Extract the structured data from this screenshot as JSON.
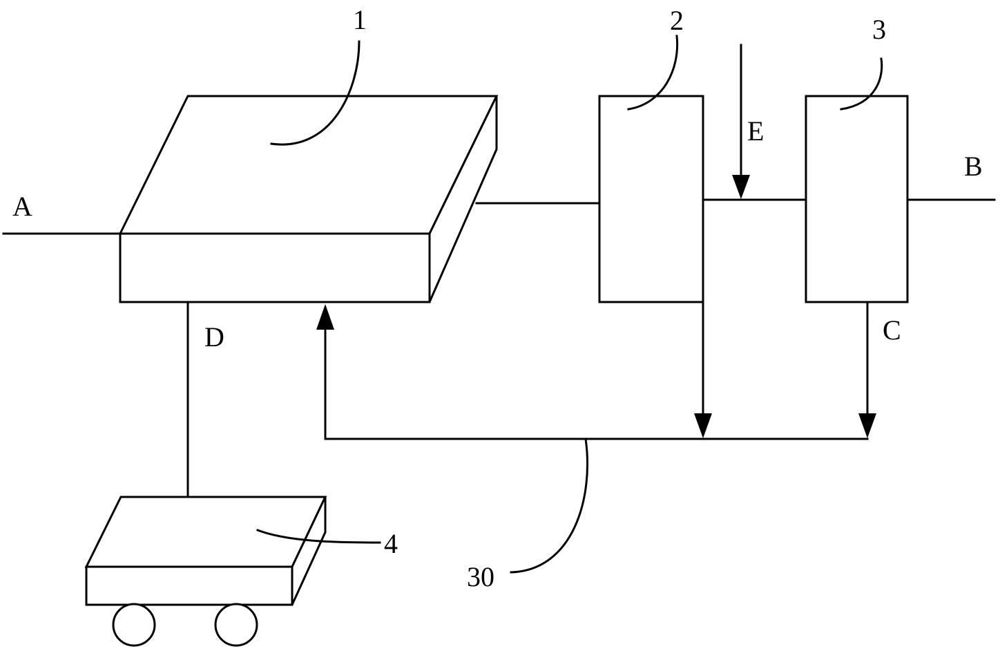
{
  "labels": {
    "input_a": "A",
    "output_b": "B",
    "output_c": "C",
    "output_d": "D",
    "input_e": "E",
    "unit_1": "1",
    "unit_2": "2",
    "unit_3": "3",
    "unit_4": "4",
    "line_30": "30"
  }
}
